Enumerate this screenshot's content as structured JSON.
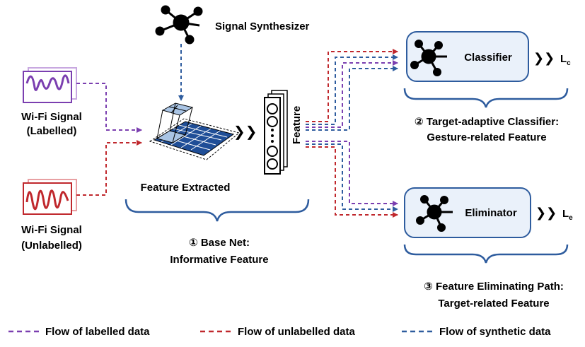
{
  "colors": {
    "labelled": "#7b3fb0",
    "unlabelled": "#c0282d",
    "synthetic": "#2e5c9e",
    "box_fill": "#eaf1fa",
    "box_stroke": "#2e5c9e",
    "brace": "#2e5c9e",
    "grid_dark": "#1f4e97",
    "grid_light": "#a9c4e4"
  },
  "inputs": {
    "labelled": {
      "line1": "Wi-Fi Signal",
      "line2": "(Labelled)",
      "icon": "purple-waveform-icon"
    },
    "unlabelled": {
      "line1": "Wi-Fi Signal",
      "line2": "(Unlabelled)",
      "icon": "red-waveform-icon"
    }
  },
  "synthesizer": {
    "label": "Signal Synthesizer",
    "icon": "network-node-icon"
  },
  "base_net": {
    "extractor_label": "Feature Extracted",
    "feature_label": "Feature",
    "caption_line1": "① Base Net:",
    "caption_line2": "Informative Feature"
  },
  "classifier": {
    "label": "Classifier",
    "loss": "L",
    "loss_sub": "c",
    "caption_line1": "② Target-adaptive Classifier:",
    "caption_line2": "Gesture-related Feature"
  },
  "eliminator": {
    "label": "Eliminator",
    "loss": "L",
    "loss_sub": "e",
    "caption_line1": "③ Feature Eliminating Path:",
    "caption_line2": "Target-related Feature"
  },
  "legend": [
    {
      "label": "Flow of labelled data",
      "color": "#7b3fb0"
    },
    {
      "label": "Flow of unlabelled data",
      "color": "#c0282d"
    },
    {
      "label": "Flow of synthetic data",
      "color": "#2e5c9e"
    }
  ]
}
